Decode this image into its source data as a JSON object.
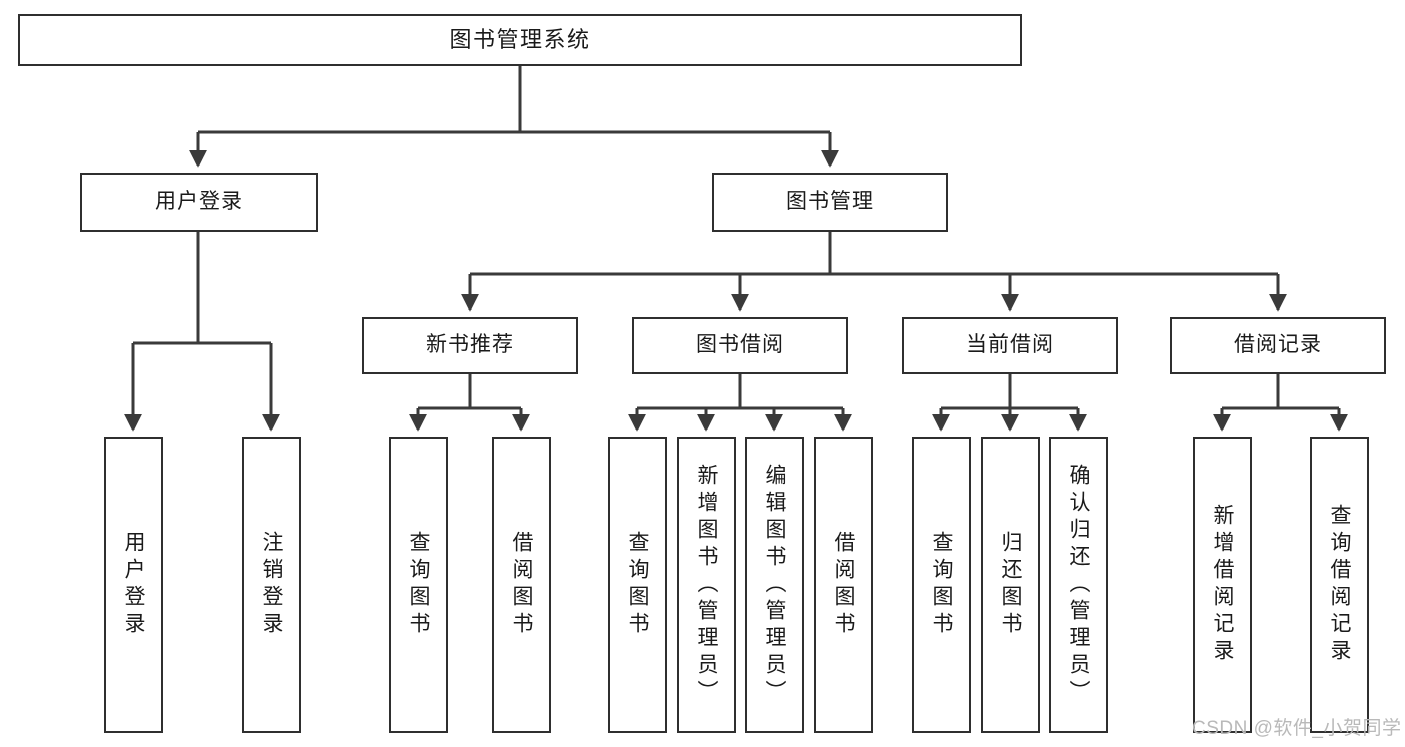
{
  "diagram": {
    "type": "tree-hierarchy-chart",
    "title": "图书管理系统",
    "colors": {
      "box_stroke": "#2f2f2f",
      "box_fill": "#ffffff",
      "edge": "#3a3a3a",
      "text": "#1a1a1a",
      "watermark": "#b9b9b9"
    },
    "root": {
      "label": "图书管理系统"
    },
    "level2": [
      {
        "id": "user-login",
        "label": "用户登录"
      },
      {
        "id": "book-management",
        "label": "图书管理"
      }
    ],
    "level3": [
      {
        "id": "new-book-recommend",
        "label": "新书推荐"
      },
      {
        "id": "book-borrow",
        "label": "图书借阅"
      },
      {
        "id": "current-borrow",
        "label": "当前借阅"
      },
      {
        "id": "borrow-record",
        "label": "借阅记录"
      }
    ],
    "leaves": {
      "user_login": [
        {
          "id": "leaf-user-login",
          "label": "用户登录"
        },
        {
          "id": "leaf-logout-login",
          "label": "注销登录"
        }
      ],
      "new_book_recommend": [
        {
          "id": "leaf-query-book-1",
          "label": "查询图书"
        },
        {
          "id": "leaf-borrow-book-1",
          "label": "借阅图书"
        }
      ],
      "book_borrow": [
        {
          "id": "leaf-query-book-2",
          "label": "查询图书"
        },
        {
          "id": "leaf-add-book",
          "label": "新增图书（管理员）"
        },
        {
          "id": "leaf-edit-book",
          "label": "编辑图书（管理员）"
        },
        {
          "id": "leaf-borrow-book-2",
          "label": "借阅图书"
        }
      ],
      "current_borrow": [
        {
          "id": "leaf-query-book-3",
          "label": "查询图书"
        },
        {
          "id": "leaf-return-book",
          "label": "归还图书"
        },
        {
          "id": "leaf-confirm-return",
          "label": "确认归还（管理员）"
        }
      ],
      "borrow_record": [
        {
          "id": "leaf-add-record",
          "label": "新增借阅记录"
        },
        {
          "id": "leaf-query-record",
          "label": "查询借阅记录"
        }
      ]
    },
    "watermark": "CSDN @软件_小贺同学"
  }
}
